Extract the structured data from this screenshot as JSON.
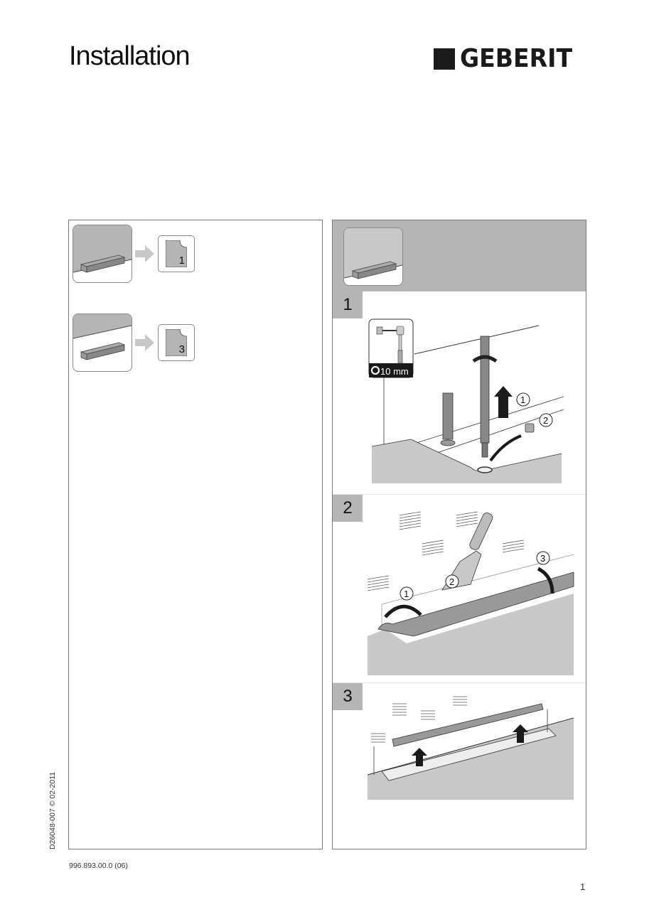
{
  "header": {
    "title": "Installation",
    "brand": "GEBERIT"
  },
  "left_panel": {
    "references": [
      {
        "scenario": "channel-at-floor-level",
        "page_ref": "1"
      },
      {
        "scenario": "channel-below-wall-line",
        "page_ref": "3"
      }
    ]
  },
  "right_panel": {
    "scenario": "channel-at-floor-level",
    "steps": [
      {
        "number": "1",
        "tool_label": "10 mm",
        "callouts": [
          "1",
          "2"
        ]
      },
      {
        "number": "2",
        "callouts": [
          "1",
          "2",
          "3"
        ]
      },
      {
        "number": "3"
      }
    ]
  },
  "footer": {
    "doc_code": "996.893.00.0 (06)",
    "side_code": "D26048-007 © 02-2011",
    "page_number": "1"
  },
  "colors": {
    "panel_gray": "#b5b5b5",
    "illustration_gray": "#c8c8c8",
    "border": "#7a7a7a"
  }
}
